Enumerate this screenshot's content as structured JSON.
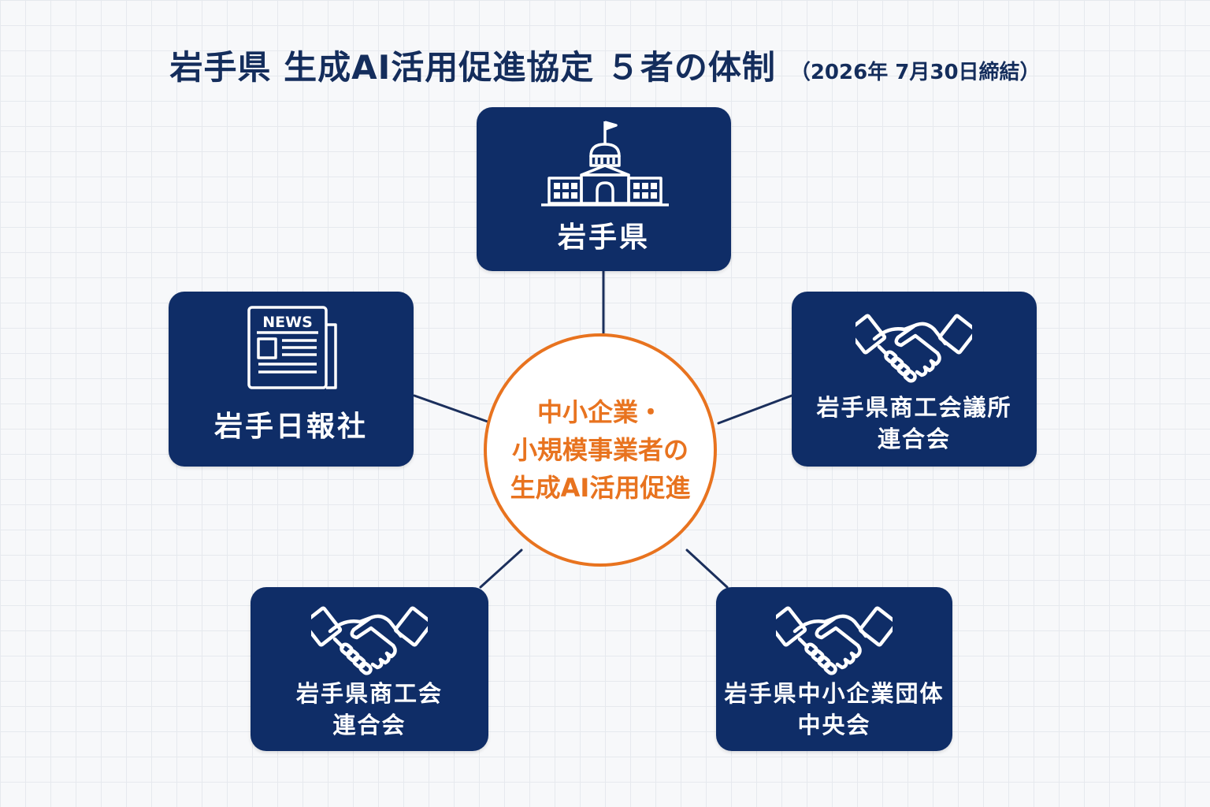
{
  "title": {
    "main": "岩手県 生成AI活用促進協定 ５者の体制",
    "note": "（2026年 7月30日締結）"
  },
  "center": {
    "lines": [
      "中小企業・",
      "小規模事業者の",
      "生成AI活用促進"
    ]
  },
  "nodes": {
    "prefecture": {
      "label": "岩手県",
      "icon": "government-building-icon"
    },
    "newspaper": {
      "label": "岩手日報社",
      "icon": "newspaper-icon",
      "icon_text": "NEWS"
    },
    "chamber": {
      "line1": "岩手県商工会議所",
      "line2": "連合会",
      "icon": "handshake-icon"
    },
    "commerce": {
      "line1": "岩手県商工会",
      "line2": "連合会",
      "icon": "handshake-icon"
    },
    "sme": {
      "line1": "岩手県中小企業団体",
      "line2": "中央会",
      "icon": "handshake-icon"
    }
  },
  "colors": {
    "box": "#0f2d67",
    "title": "#142d5c",
    "accent": "#e8731f",
    "connector": "#1b2f5c"
  }
}
